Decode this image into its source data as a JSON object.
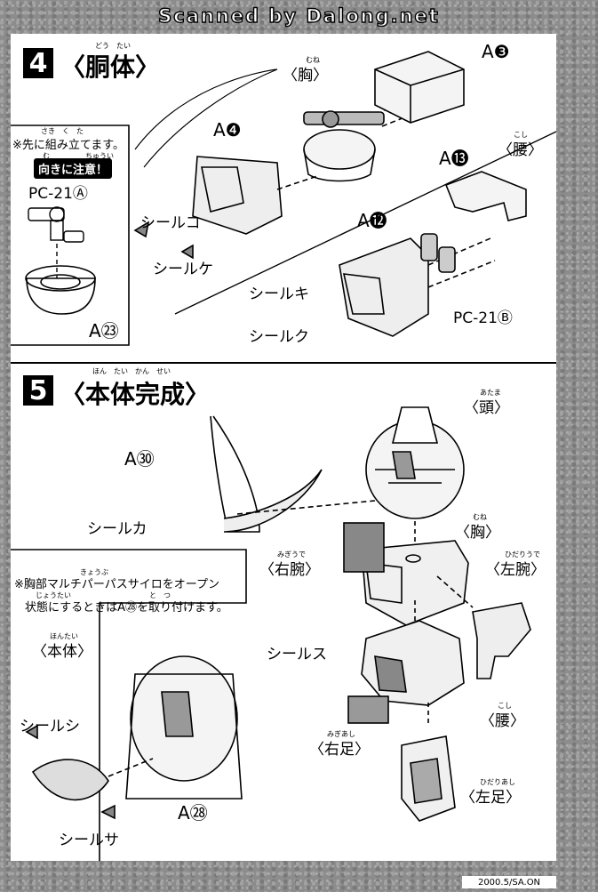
{
  "header": {
    "watermark": "Scanned by Dalong.net"
  },
  "section4": {
    "number": "4",
    "title": "〈胴体〉",
    "title_ruby": "どう　たい",
    "note_ruby": "さき　く　た",
    "note": "※先に組み立てます。",
    "warning_ruby": "む　　　　　ちゅうい",
    "warning": "向きに注意！",
    "labels": {
      "pc21a": "PC-21Ⓐ",
      "a23": "A㉓",
      "a4": "A❹",
      "a3": "A❸",
      "a13": "A⓭",
      "a12": "A⓬",
      "pc21b": "PC-21Ⓑ",
      "chest": "〈胸〉",
      "chest_ruby": "むね",
      "waist": "〈腰〉",
      "waist_ruby": "こし",
      "seal_ko": "シールコ",
      "seal_ke": "シールケ",
      "seal_ki": "シールキ",
      "seal_ku": "シールク"
    }
  },
  "section5": {
    "number": "5",
    "title": "〈本体完成〉",
    "title_ruby": "ほん　たい　かん　せい",
    "note_line1": "※胸部マルチパーパスサイロをオープン",
    "note_line1_ruby": "きょうぶ",
    "note_line2": "状態にするときはA㉘を取り付けます。",
    "note_line2_ruby": "じょうたい　　　　　　　　　　　と　つ",
    "labels": {
      "a30": "A㉚",
      "seal_ka": "シールカ",
      "head": "〈頭〉",
      "head_ruby": "あたま",
      "chest": "〈胸〉",
      "chest_ruby": "むね",
      "right_arm": "〈右腕〉",
      "right_arm_ruby": "みぎうで",
      "left_arm": "〈左腕〉",
      "left_arm_ruby": "ひだりうで",
      "seal_su": "シールス",
      "waist": "〈腰〉",
      "waist_ruby": "こし",
      "right_leg": "〈右足〉",
      "right_leg_ruby": "みぎあし",
      "left_leg": "〈左足〉",
      "left_leg_ruby": "ひだりあし",
      "body": "〈本体〉",
      "body_ruby": "ほんたい",
      "seal_shi": "シールシ",
      "a28": "A㉘",
      "seal_sa": "シールサ"
    }
  },
  "footer": {
    "code": "2000.5/SA.ON"
  }
}
